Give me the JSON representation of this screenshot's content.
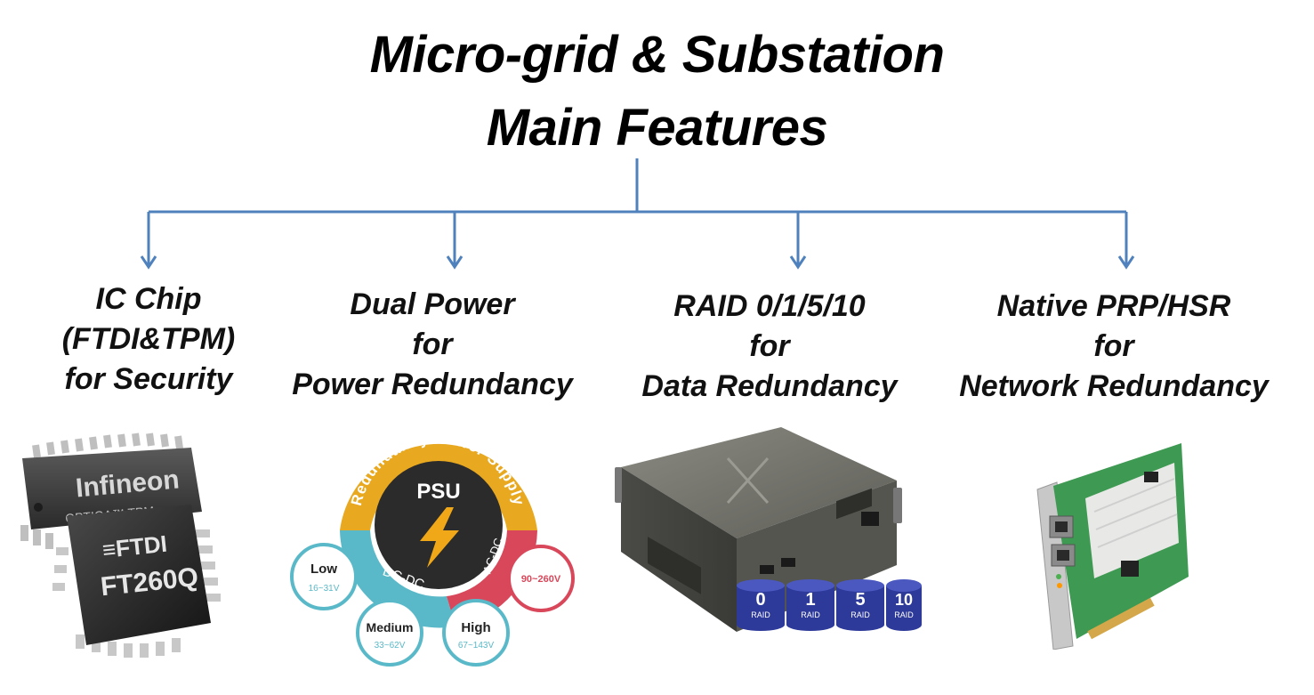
{
  "title": {
    "line1": "Micro-grid & Substation",
    "line2": "Main Features"
  },
  "features": [
    {
      "lines": [
        "IC Chip",
        "(FTDI&TPM)",
        "for Security"
      ]
    },
    {
      "lines": [
        "Dual Power",
        "for",
        "Power Redundancy"
      ]
    },
    {
      "lines": [
        "RAID 0/1/5/10",
        "for",
        "Data Redundancy"
      ]
    },
    {
      "lines": [
        "Native PRP/HSR",
        "for",
        "Network Redundancy"
      ]
    }
  ],
  "chips": {
    "back_brand": "Infineon",
    "back_model": "OPTIGA™ TPM",
    "front_brand": "FTDI",
    "front_model": "FT260Q"
  },
  "psu": {
    "ring_text": "Redundancy Power Supply",
    "center": "PSU",
    "dc_label": "DC-DC",
    "ac_label": "AC-DC",
    "options": [
      {
        "name": "Low",
        "range": "16~31V"
      },
      {
        "name": "Medium",
        "range": "33~62V"
      },
      {
        "name": "High",
        "range": "67~143V"
      },
      {
        "name": "",
        "range": "90~260V"
      }
    ]
  },
  "raid": {
    "levels": [
      "0",
      "1",
      "5",
      "10"
    ],
    "sub": "RAID"
  },
  "colors": {
    "connector": "#4f81bd",
    "psu_gold": "#e8a820",
    "psu_teal": "#5ab9c8",
    "psu_red": "#d9475a",
    "raid_disk": "#2e3a9a",
    "pcb_green": "#3e9a52"
  }
}
